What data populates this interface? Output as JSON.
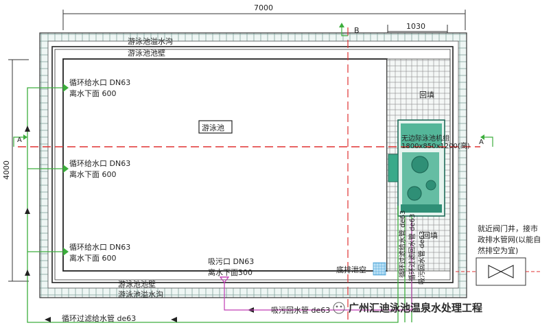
{
  "dimensions": {
    "total_width": "7000",
    "right_width": "1030",
    "height": "4000"
  },
  "section_markers": {
    "a_left": "A",
    "a_right": "A",
    "b_top": "B"
  },
  "labels": {
    "overflow_top": "游泳池溢水沟",
    "wall_top": "游泳池池壁",
    "wall_bottom": "游泳池池壁",
    "overflow_bottom": "游泳池溢水沟",
    "pool_name": "游泳池",
    "backfill_top": "回填",
    "backfill_bottom": "回填",
    "unit_name": "无边际泳池机组",
    "unit_size": "1800x850x1200(高)",
    "inlet1_title": "循环给水口 DN63",
    "inlet1_depth": "离水下面 600",
    "inlet2_title": "循环给水口 DN63",
    "inlet2_depth": "离水下面 600",
    "inlet3_title": "循环给水口 DN63",
    "inlet3_depth": "离水下面 600",
    "suction_title": "吸污口 DN63",
    "suction_depth": "离水下面300",
    "drain": "底排泄空",
    "valve_note_1": "就近阀门井，接市",
    "valve_note_2": "政排水管网(以能自",
    "valve_note_3": "然排空为宜)",
    "supply_pipe": "循环过滤给水管 de63",
    "suction_return_pipe": "吸污回水管 de63",
    "vert_pipe_1": "循环过滤给水管 de63",
    "vert_pipe_2": "循环过滤回水管 de63",
    "vert_pipe_3": "吸污回水管 de63"
  },
  "watermark": "广州汇迪泳池温泉水处理工程",
  "colors": {
    "tile_stroke": "#7fa39b",
    "tile_fill": "#eef6f4",
    "pipe_green": "#3cae3c",
    "pipe_magenta": "#c03ab4",
    "axis_red": "#e03030",
    "unit_fill": "#3aaa8a",
    "unit_dark": "#1f6b58",
    "drain_blue": "#9fd4f0"
  }
}
